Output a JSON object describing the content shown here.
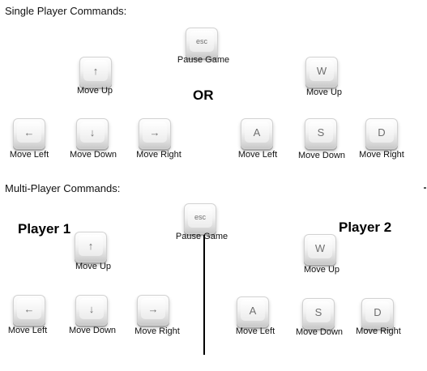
{
  "single": {
    "heading": "Single Player Commands:",
    "or": "OR",
    "pause": {
      "key": "esc",
      "label": "Pause Game"
    },
    "arrows": {
      "up": {
        "key": "↑",
        "label": "Move Up"
      },
      "left": {
        "key": "←",
        "label": "Move Left"
      },
      "down": {
        "key": "↓",
        "label": "Move Down"
      },
      "right": {
        "key": "→",
        "label": "Move Right"
      }
    },
    "wasd": {
      "up": {
        "key": "W",
        "label": "Move Up"
      },
      "left": {
        "key": "A",
        "label": "Move Left"
      },
      "down": {
        "key": "S",
        "label": "Move Down"
      },
      "right": {
        "key": "D",
        "label": "Move Right"
      }
    }
  },
  "multi": {
    "heading": "Multi-Player Commands:",
    "player1": "Player 1",
    "player2": "Player 2",
    "pause": {
      "key": "esc",
      "label": "Pause Game"
    },
    "p1": {
      "up": {
        "key": "↑",
        "label": "Move Up"
      },
      "left": {
        "key": "←",
        "label": "Move Left"
      },
      "down": {
        "key": "↓",
        "label": "Move Down"
      },
      "right": {
        "key": "→",
        "label": "Move Right"
      }
    },
    "p2": {
      "up": {
        "key": "W",
        "label": "Move Up"
      },
      "left": {
        "key": "A",
        "label": "Move Left"
      },
      "down": {
        "key": "S",
        "label": "Move Down"
      },
      "right": {
        "key": "D",
        "label": "Move Right"
      }
    }
  }
}
